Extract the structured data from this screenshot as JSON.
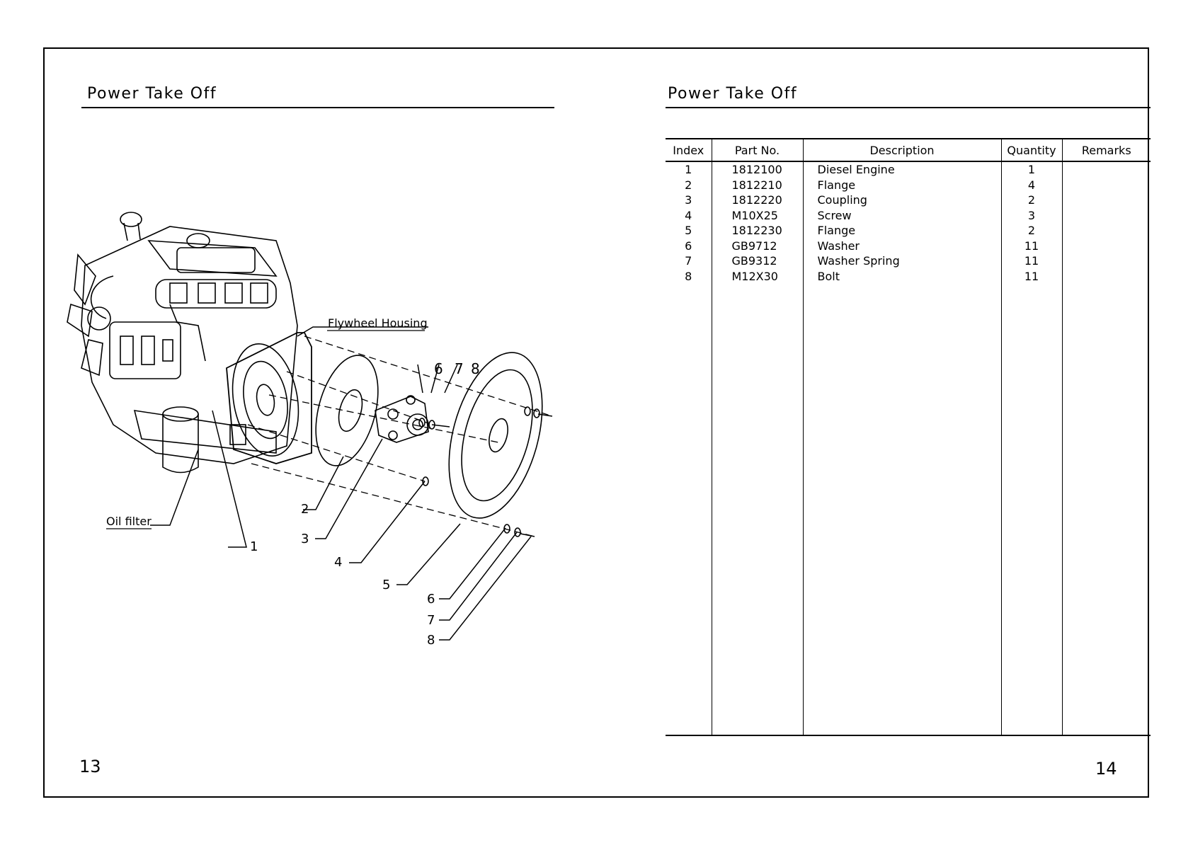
{
  "left_page": {
    "title": "Power Take Off",
    "page_number": "13",
    "callouts": {
      "flywheel_housing": "Flywheel Housing",
      "oil_filter": "Oil filter",
      "n1": "1",
      "n2": "2",
      "n3": "3",
      "n4": "4",
      "n5": "5",
      "n6": "6",
      "n7": "7",
      "n8": "8"
    }
  },
  "right_page": {
    "title": "Power Take Off",
    "page_number": "14",
    "table": {
      "headers": {
        "index": "Index",
        "part_no": "Part No.",
        "description": "Description",
        "quantity": "Quantity",
        "remarks": "Remarks"
      },
      "rows": [
        {
          "index": "1",
          "part_no": "1812100",
          "description": "Diesel Engine",
          "quantity": "1",
          "remarks": ""
        },
        {
          "index": "2",
          "part_no": "1812210",
          "description": "Flange",
          "quantity": "4",
          "remarks": ""
        },
        {
          "index": "3",
          "part_no": "1812220",
          "description": "Coupling",
          "quantity": "2",
          "remarks": ""
        },
        {
          "index": "4",
          "part_no": "M10X25",
          "description": "Screw",
          "quantity": "3",
          "remarks": ""
        },
        {
          "index": "5",
          "part_no": "1812230",
          "description": "Flange",
          "quantity": "2",
          "remarks": ""
        },
        {
          "index": "6",
          "part_no": "GB9712",
          "description": "Washer",
          "quantity": "11",
          "remarks": ""
        },
        {
          "index": "7",
          "part_no": "GB9312",
          "description": "Washer Spring",
          "quantity": "11",
          "remarks": ""
        },
        {
          "index": "8",
          "part_no": "M12X30",
          "description": "Bolt",
          "quantity": "11",
          "remarks": ""
        }
      ]
    }
  }
}
